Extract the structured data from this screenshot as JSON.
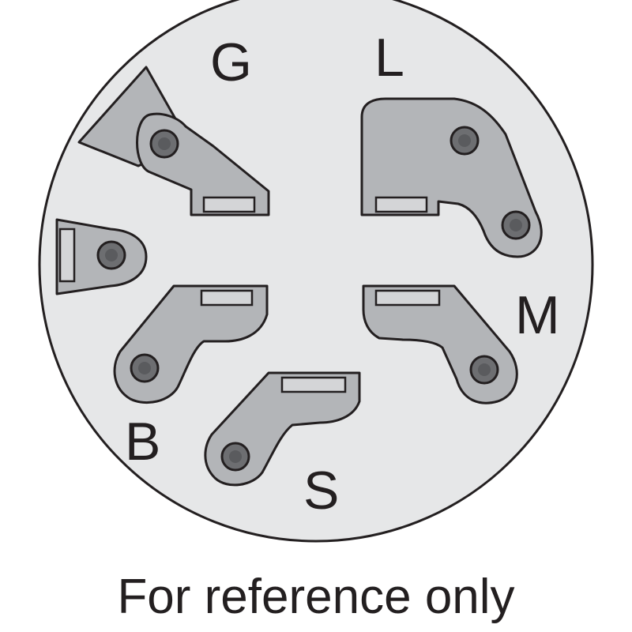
{
  "diagram": {
    "terminals": {
      "g": "G",
      "l": "L",
      "m": "M",
      "b": "B",
      "s": "S"
    },
    "caption": "For reference only"
  },
  "colors": {
    "face": "#e6e7e8",
    "blade": "#b3b5b8",
    "slot": "#d4d5d7",
    "stroke": "#231f20",
    "text": "#231f20"
  }
}
